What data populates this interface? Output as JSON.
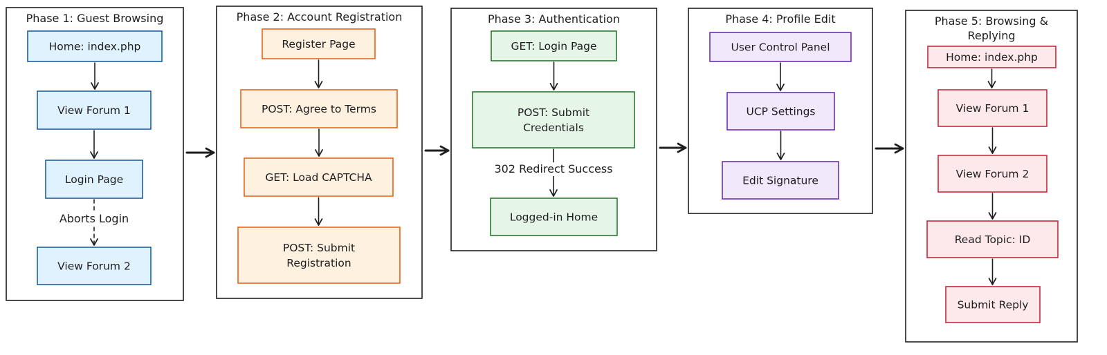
{
  "palette": {
    "blue": {
      "fill": "#e0f2fe",
      "stroke": "#1d5fa3"
    },
    "orange": {
      "fill": "#fff1e0",
      "stroke": "#e8651c"
    },
    "green": {
      "fill": "#e5f5e8",
      "stroke": "#2a7a2e"
    },
    "purple": {
      "fill": "#f1e8fb",
      "stroke": "#6a2fb8"
    },
    "red": {
      "fill": "#fde8ea",
      "stroke": "#c4293c"
    }
  },
  "phases": [
    {
      "title": [
        "Phase 1: Guest Browsing"
      ],
      "color": "blue",
      "nodes": [
        {
          "text": [
            "Home: index.php"
          ]
        },
        {
          "text": [
            "View Forum 1"
          ]
        },
        {
          "text": [
            "Login Page"
          ]
        },
        {
          "text": [
            "View Forum 2"
          ]
        }
      ],
      "edges": [
        {
          "label": ""
        },
        {
          "label": ""
        },
        {
          "label": "Aborts Login",
          "style": "dashed"
        }
      ]
    },
    {
      "title": [
        "Phase 2: Account Registration"
      ],
      "color": "orange",
      "nodes": [
        {
          "text": [
            "Register Page"
          ]
        },
        {
          "text": [
            "POST: Agree to Terms"
          ]
        },
        {
          "text": [
            "GET: Load CAPTCHA"
          ]
        },
        {
          "text": [
            "POST: Submit",
            "Registration"
          ]
        }
      ],
      "edges": [
        {
          "label": ""
        },
        {
          "label": ""
        },
        {
          "label": ""
        }
      ]
    },
    {
      "title": [
        "Phase 3: Authentication"
      ],
      "color": "green",
      "nodes": [
        {
          "text": [
            "GET: Login Page"
          ]
        },
        {
          "text": [
            "POST: Submit",
            "Credentials"
          ]
        },
        {
          "text": [
            "Logged-in Home"
          ]
        }
      ],
      "edges": [
        {
          "label": ""
        },
        {
          "label": "302 Redirect Success"
        }
      ]
    },
    {
      "title": [
        "Phase 4: Profile Edit"
      ],
      "color": "purple",
      "nodes": [
        {
          "text": [
            "User Control Panel"
          ]
        },
        {
          "text": [
            "UCP Settings"
          ]
        },
        {
          "text": [
            "Edit Signature"
          ]
        }
      ],
      "edges": [
        {
          "label": ""
        },
        {
          "label": ""
        }
      ]
    },
    {
      "title": [
        "Phase 5: Browsing &",
        "Replying"
      ],
      "color": "red",
      "nodes": [
        {
          "text": [
            "Home: index.php"
          ]
        },
        {
          "text": [
            "View Forum 1"
          ]
        },
        {
          "text": [
            "View Forum 2"
          ]
        },
        {
          "text": [
            "Read Topic: ID"
          ]
        },
        {
          "text": [
            "Submit Reply"
          ]
        }
      ],
      "edges": [
        {
          "label": ""
        },
        {
          "label": ""
        },
        {
          "label": ""
        },
        {
          "label": ""
        }
      ]
    }
  ],
  "phase_links": [
    {
      "from": 0,
      "to": 1
    },
    {
      "from": 1,
      "to": 2
    },
    {
      "from": 2,
      "to": 3
    },
    {
      "from": 3,
      "to": 4
    }
  ]
}
